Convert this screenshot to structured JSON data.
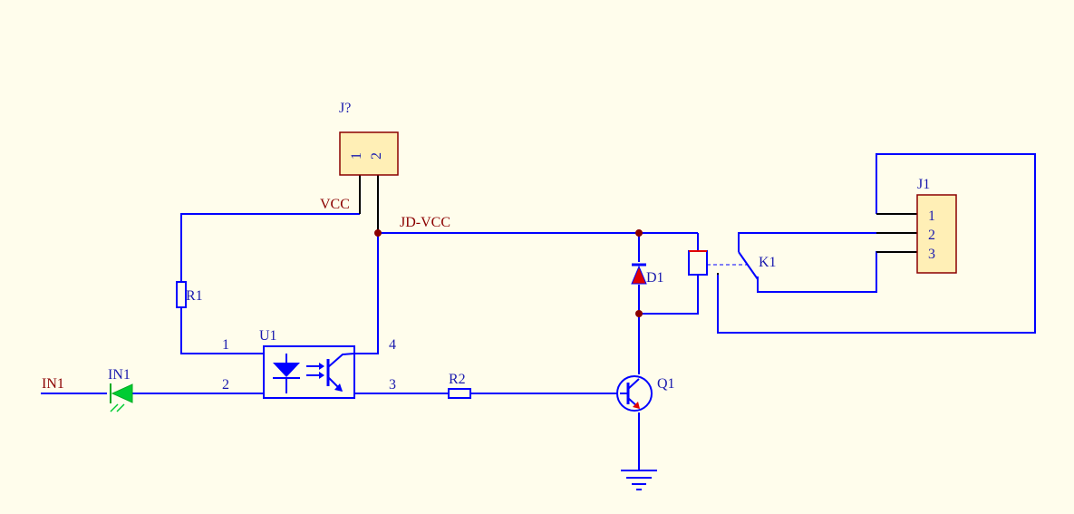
{
  "connector_top": {
    "designator": "J?",
    "pins": [
      "1",
      "2"
    ]
  },
  "connector_right": {
    "designator": "J1",
    "pins": [
      "1",
      "2",
      "3"
    ]
  },
  "nets": {
    "vcc": "VCC",
    "jd_vcc": "JD-VCC",
    "in1": "IN1"
  },
  "components": {
    "r1": "R1",
    "r2": "R2",
    "u1": "U1",
    "led": "IN1",
    "d1": "D1",
    "q1": "Q1",
    "k1": "K1"
  },
  "u1_pins": {
    "p1": "1",
    "p2": "2",
    "p3": "3",
    "p4": "4"
  },
  "colors": {
    "background": "#FFFDEC",
    "wire": "#0000FF",
    "net_label": "#8B0000",
    "designator": "#1A1AAE",
    "connector_fill": "#FFEFB6",
    "led": "#00CC33",
    "diode": "#E00000"
  }
}
